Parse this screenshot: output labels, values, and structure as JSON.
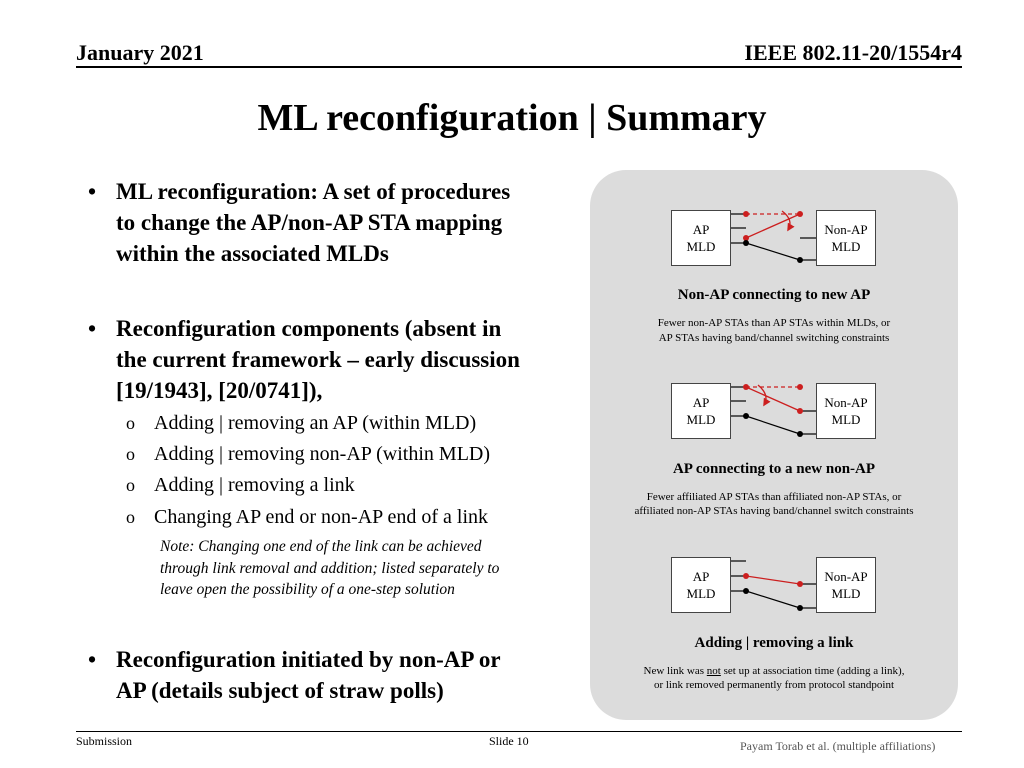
{
  "header": {
    "date": "January 2021",
    "doc_id": "IEEE 802.11-20/1554r4"
  },
  "title": "ML reconfiguration | Summary",
  "bullets": [
    {
      "lines": [
        "ML reconfiguration: A set of procedures",
        "to change the AP/non-AP STA mapping",
        "within the associated MLDs"
      ]
    },
    {
      "lines": [
        "Reconfiguration components (absent in",
        "the current framework – early discussion",
        "[19/1943], [20/0741]),"
      ]
    },
    {
      "lines": [
        "Reconfiguration initiated by non-AP or",
        "AP (details subject of straw polls)"
      ]
    }
  ],
  "sub_items": [
    "Adding | removing an AP (within MLD)",
    "Adding | removing non-AP (within MLD)",
    "Adding | removing a link",
    "Changing AP end or non-AP end of a link"
  ],
  "note_lines": [
    "Note: Changing one end of the link can be achieved",
    "through link removal and addition; listed separately to",
    "leave open the possibility of a one-step solution"
  ],
  "diagrams": [
    {
      "left_box": [
        "AP",
        "MLD"
      ],
      "right_box": [
        "Non-AP",
        "MLD"
      ],
      "caption": "Non-AP connecting to new AP",
      "desc_lines": [
        "Fewer non-AP STAs than AP STAs within MLDs, or",
        "AP STAs having band/channel switching constraints"
      ]
    },
    {
      "left_box": [
        "AP",
        "MLD"
      ],
      "right_box": [
        "Non-AP",
        "MLD"
      ],
      "caption": "AP connecting to a new non-AP",
      "desc_lines": [
        "Fewer affiliated AP STAs than affiliated non-AP STAs, or",
        "affiliated non-AP STAs having band/channel switch constraints"
      ]
    },
    {
      "left_box": [
        "AP",
        "MLD"
      ],
      "right_box": [
        "Non-AP",
        "MLD"
      ],
      "caption": "Adding | removing a link",
      "desc_pre": "New link was ",
      "desc_underlined": "not",
      "desc_post": " set up at association time (adding a link),",
      "desc_line2": "or link removed permanently from protocol standpoint"
    }
  ],
  "footer": {
    "left": "Submission",
    "center": "Slide 10",
    "right": "Payam Torab et al. (multiple affiliations)"
  },
  "colors": {
    "accent_red": "#cc1f1f",
    "panel_bg": "#dcdcdc"
  }
}
